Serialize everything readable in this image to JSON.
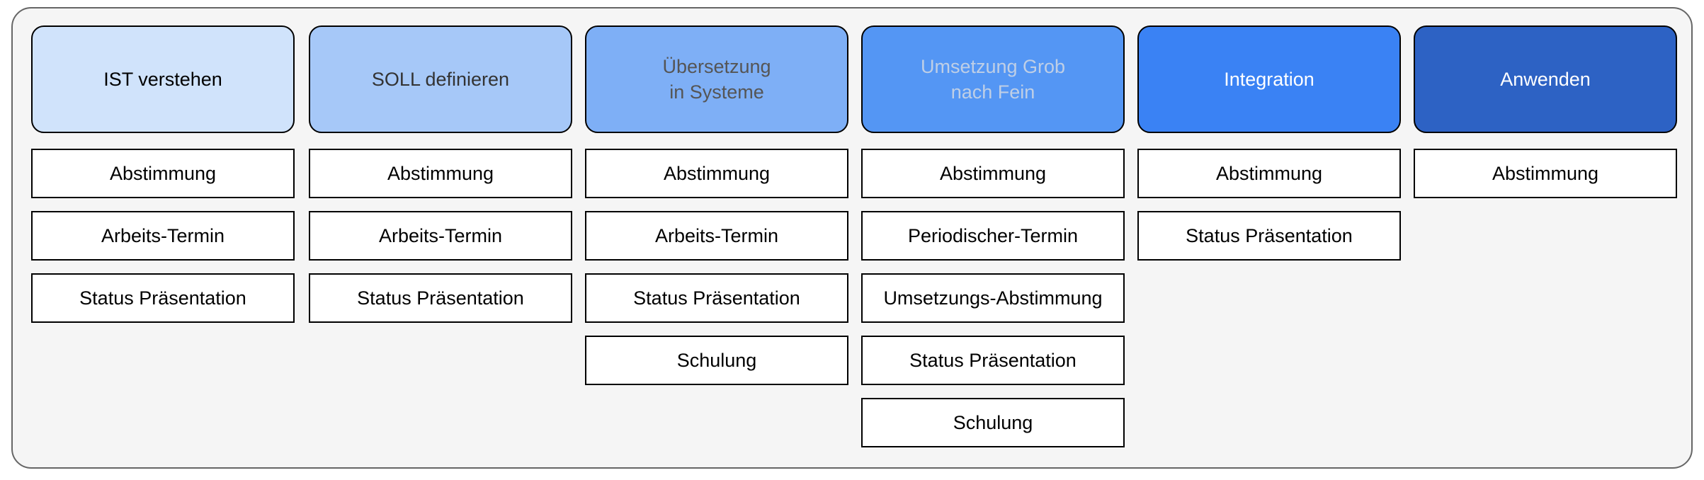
{
  "phases": [
    {
      "title": "IST verstehen",
      "fill": "#d0e3fb",
      "text_color": "#000000",
      "tasks": [
        "Abstimmung",
        "Arbeits-Termin",
        "Status Präsentation"
      ]
    },
    {
      "title": "SOLL definieren",
      "fill": "#a6c8f8",
      "text_color": "#333333",
      "tasks": [
        "Abstimmung",
        "Arbeits-Termin",
        "Status Präsentation"
      ]
    },
    {
      "title": "Übersetzung\nin Systeme",
      "fill": "#7eaff6",
      "text_color": "#555555",
      "tasks": [
        "Abstimmung",
        "Arbeits-Termin",
        "Status Präsentation",
        "Schulung"
      ]
    },
    {
      "title": "Umsetzung Grob\nnach Fein",
      "fill": "#5496f4",
      "text_color": "#bfcfe6",
      "tasks": [
        "Abstimmung",
        "Periodischer-Termin",
        "Umsetzungs-Abstimmung",
        "Status Präsentation",
        "Schulung"
      ]
    },
    {
      "title": "Integration",
      "fill": "#3a82f4",
      "text_color": "#ffffff",
      "tasks": [
        "Abstimmung",
        "Status Präsentation"
      ]
    },
    {
      "title": "Anwenden",
      "fill": "#2d62c4",
      "text_color": "#ffffff",
      "tasks": [
        "Abstimmung"
      ]
    }
  ]
}
